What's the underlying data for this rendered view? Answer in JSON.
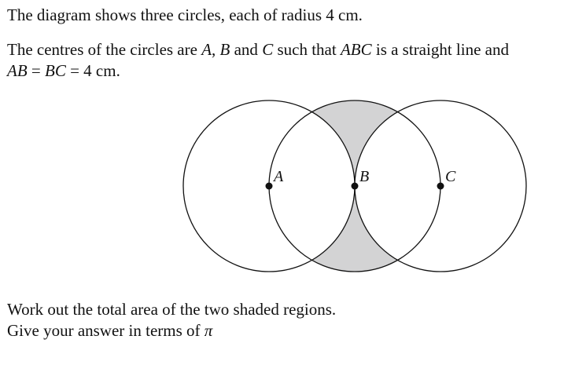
{
  "question": {
    "intro": "The diagram shows three circles, each of radius 4 cm.",
    "centres_text": {
      "part1": "The centres of the circles are ",
      "A": "A",
      "comma": ", ",
      "B": "B",
      "and": " and ",
      "C": "C",
      "part2": " such that ",
      "ABC": "ABC",
      "part3": " is a straight line and",
      "AB": "AB",
      "eq1": " = ",
      "BC": "BC",
      "eq2": " = 4 cm."
    },
    "task_line1": "Work out the total area of the two shaded regions.",
    "task_line2_text": "Give your answer in terms of ",
    "task_line2_pi": "π"
  },
  "diagram": {
    "label_A": "A",
    "label_B": "B",
    "label_C": "C",
    "shade_color": "#d3d3d4",
    "stroke_color": "#111111"
  }
}
